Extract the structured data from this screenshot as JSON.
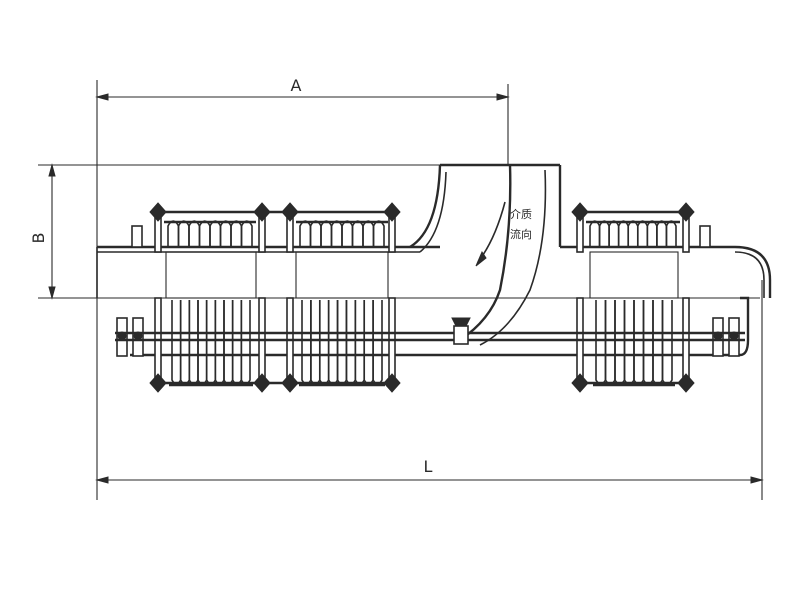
{
  "dimensions": {
    "a_label": "A",
    "b_label": "B",
    "l_label": "L"
  },
  "flow_note": {
    "line1": "介质",
    "line2": "流向"
  },
  "colors": {
    "line": "#2a2a2a",
    "background": "#ffffff"
  }
}
